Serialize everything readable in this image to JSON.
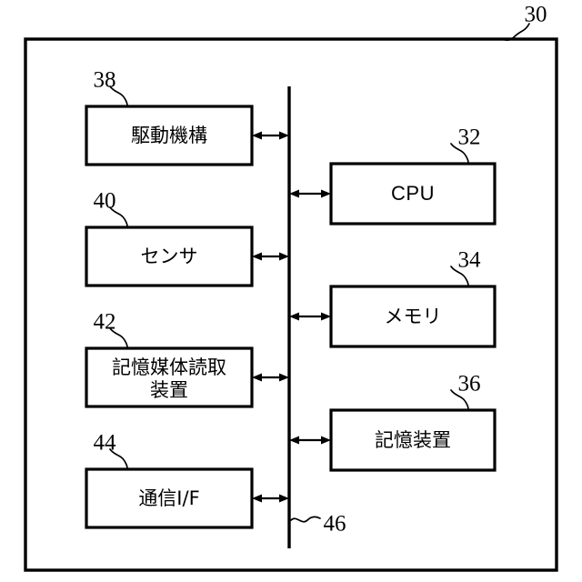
{
  "figure": {
    "outer_frame": {
      "ref": "30",
      "name": "device-housing"
    },
    "bus": {
      "ref": "46",
      "name": "bus"
    },
    "left_blocks": [
      {
        "ref": "38",
        "lines": [
          "駆動機構"
        ],
        "key": "drive-mechanism",
        "script": "jp"
      },
      {
        "ref": "40",
        "lines": [
          "センサ"
        ],
        "key": "sensor",
        "script": "jp"
      },
      {
        "ref": "42",
        "lines": [
          "記憶媒体読取",
          "装置"
        ],
        "key": "storage-medium-reader",
        "script": "jp"
      },
      {
        "ref": "44",
        "lines": [
          "通信I/F"
        ],
        "key": "communication-interface",
        "script": "jp"
      }
    ],
    "right_blocks": [
      {
        "ref": "32",
        "lines": [
          "CPU"
        ],
        "key": "cpu",
        "script": "latin"
      },
      {
        "ref": "34",
        "lines": [
          "メモリ"
        ],
        "key": "memory",
        "script": "jp"
      },
      {
        "ref": "36",
        "lines": [
          "記憶装置"
        ],
        "key": "storage-device",
        "script": "jp"
      }
    ],
    "colors": {
      "line": "#000000",
      "background": "#ffffff",
      "fill": "#ffffff"
    }
  }
}
